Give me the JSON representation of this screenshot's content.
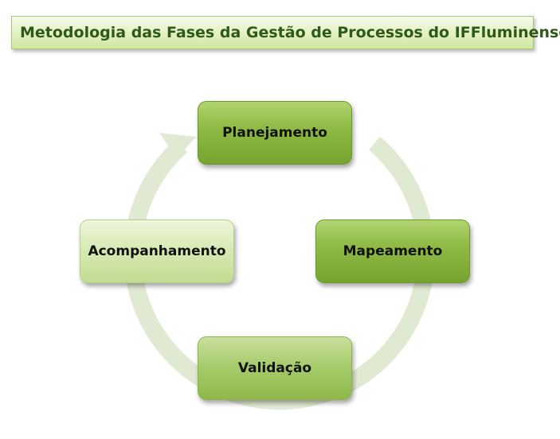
{
  "title": "Metodologia das Fases da Gestão de Processos do IFFluminense",
  "phases": [
    {
      "label": "Planejamento"
    },
    {
      "label": "Mapeamento"
    },
    {
      "label": "Validação"
    },
    {
      "label": "Acompanhamento"
    }
  ],
  "colors": {
    "title_text": "#2e5a18",
    "ring": "#e0ead3",
    "phase_dark": "#8fbb46",
    "phase_light": "#d9eab5"
  }
}
